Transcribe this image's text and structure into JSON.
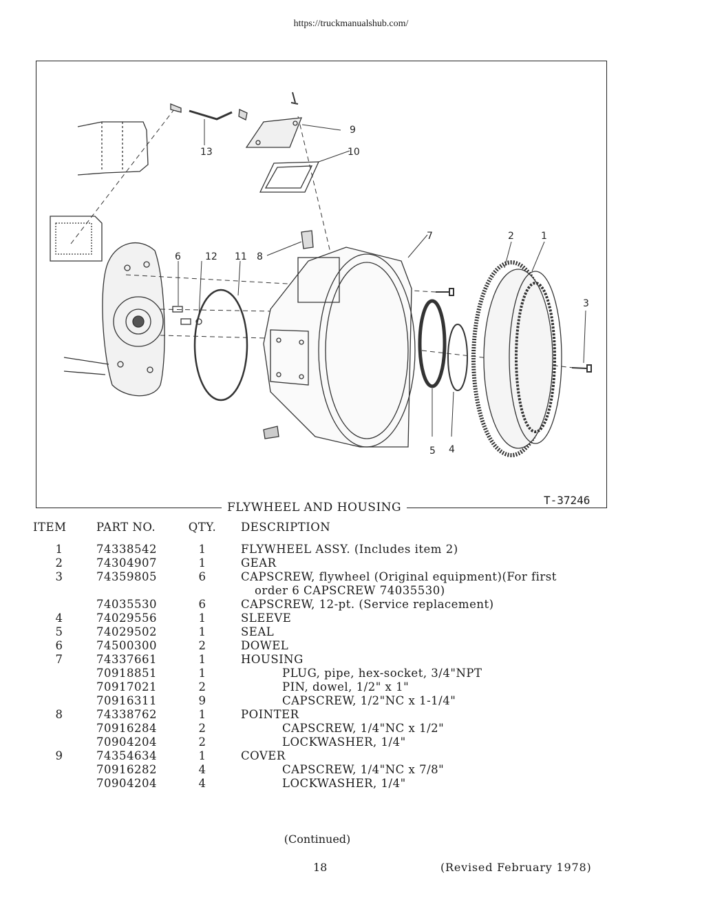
{
  "header": {
    "url": "https://truckmanualshub.com/"
  },
  "figure": {
    "caption": "FLYWHEEL AND HOUSING",
    "figure_number": "T-37246",
    "callouts": [
      "1",
      "2",
      "3",
      "4",
      "5",
      "6",
      "7",
      "8",
      "9",
      "10",
      "11",
      "12",
      "13"
    ]
  },
  "table": {
    "headers": {
      "item": "ITEM",
      "part": "PART NO.",
      "qty": "QTY.",
      "desc": "DESCRIPTION"
    },
    "rows": [
      {
        "item": "1",
        "part": "74338542",
        "qty": "1",
        "desc": "FLYWHEEL ASSY. (Includes item 2)",
        "indent": 0
      },
      {
        "item": "2",
        "part": "74304907",
        "qty": "1",
        "desc": "GEAR",
        "indent": 0
      },
      {
        "item": "3",
        "part": "74359805",
        "qty": "6",
        "desc": "CAPSCREW, flywheel (Original equipment)(For first",
        "indent": 0
      },
      {
        "item": "",
        "part": "",
        "qty": "",
        "desc": "order 6 CAPSCREW 74035530)",
        "indent": 2
      },
      {
        "item": "",
        "part": "74035530",
        "qty": "6",
        "desc": "CAPSCREW, 12-pt. (Service replacement)",
        "indent": 0
      },
      {
        "item": "4",
        "part": "74029556",
        "qty": "1",
        "desc": "SLEEVE",
        "indent": 0
      },
      {
        "item": "5",
        "part": "74029502",
        "qty": "1",
        "desc": "SEAL",
        "indent": 0
      },
      {
        "item": "6",
        "part": "74500300",
        "qty": "2",
        "desc": "DOWEL",
        "indent": 0
      },
      {
        "item": "7",
        "part": "74337661",
        "qty": "1",
        "desc": "HOUSING",
        "indent": 0
      },
      {
        "item": "",
        "part": "70918851",
        "qty": "1",
        "desc": "PLUG, pipe, hex-socket, 3/4\"NPT",
        "indent": 1
      },
      {
        "item": "",
        "part": "70917021",
        "qty": "2",
        "desc": "PIN, dowel, 1/2\" x 1\"",
        "indent": 1
      },
      {
        "item": "",
        "part": "70916311",
        "qty": "9",
        "desc": "CAPSCREW, 1/2\"NC x 1-1/4\"",
        "indent": 1
      },
      {
        "item": "8",
        "part": "74338762",
        "qty": "1",
        "desc": "POINTER",
        "indent": 0
      },
      {
        "item": "",
        "part": "70916284",
        "qty": "2",
        "desc": "CAPSCREW, 1/4\"NC x 1/2\"",
        "indent": 1
      },
      {
        "item": "",
        "part": "70904204",
        "qty": "2",
        "desc": "LOCKWASHER, 1/4\"",
        "indent": 1
      },
      {
        "item": "9",
        "part": "74354634",
        "qty": "1",
        "desc": "COVER",
        "indent": 0
      },
      {
        "item": "",
        "part": "70916282",
        "qty": "4",
        "desc": "CAPSCREW, 1/4\"NC x 7/8\"",
        "indent": 1
      },
      {
        "item": "",
        "part": "70904204",
        "qty": "4",
        "desc": "LOCKWASHER, 1/4\"",
        "indent": 1
      }
    ]
  },
  "footer": {
    "continued": "(Continued)",
    "page_number": "18",
    "revised": "(Revised February 1978)"
  }
}
